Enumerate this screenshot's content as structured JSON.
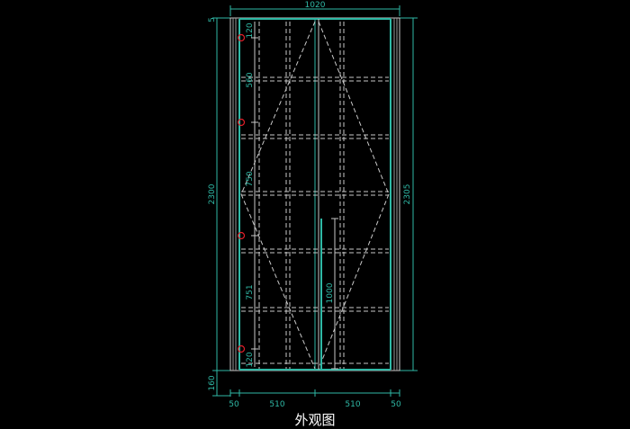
{
  "drawing": {
    "title": "外观图",
    "dims": {
      "top_width": "1020",
      "left_height": "2300",
      "right_height": "2305",
      "top_gap": "5",
      "bottom_gap": "160",
      "bottom_left": "50",
      "bottom_mid_left": "510",
      "bottom_mid_right": "510",
      "bottom_right": "50",
      "hinge_spacing": [
        "120",
        "560",
        "750",
        "751",
        "120"
      ],
      "handle_height": "1000"
    },
    "colors": {
      "background": "#000000",
      "dimension": "#2fb9a6",
      "hinge": "#e0202a",
      "line": "#c8c8c8"
    }
  }
}
